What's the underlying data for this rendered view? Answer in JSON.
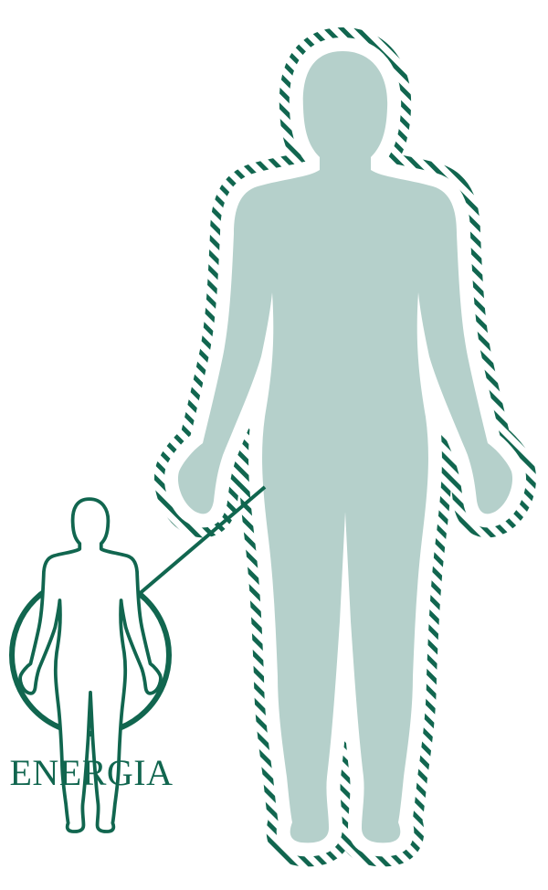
{
  "diagram": {
    "label": "ENERGIA",
    "colors": {
      "accent": "#11664f",
      "body": "#b5d0cb",
      "background": "#ffffff"
    },
    "icons": [
      "human-figure",
      "energy-aura",
      "magnifier-circle"
    ]
  }
}
